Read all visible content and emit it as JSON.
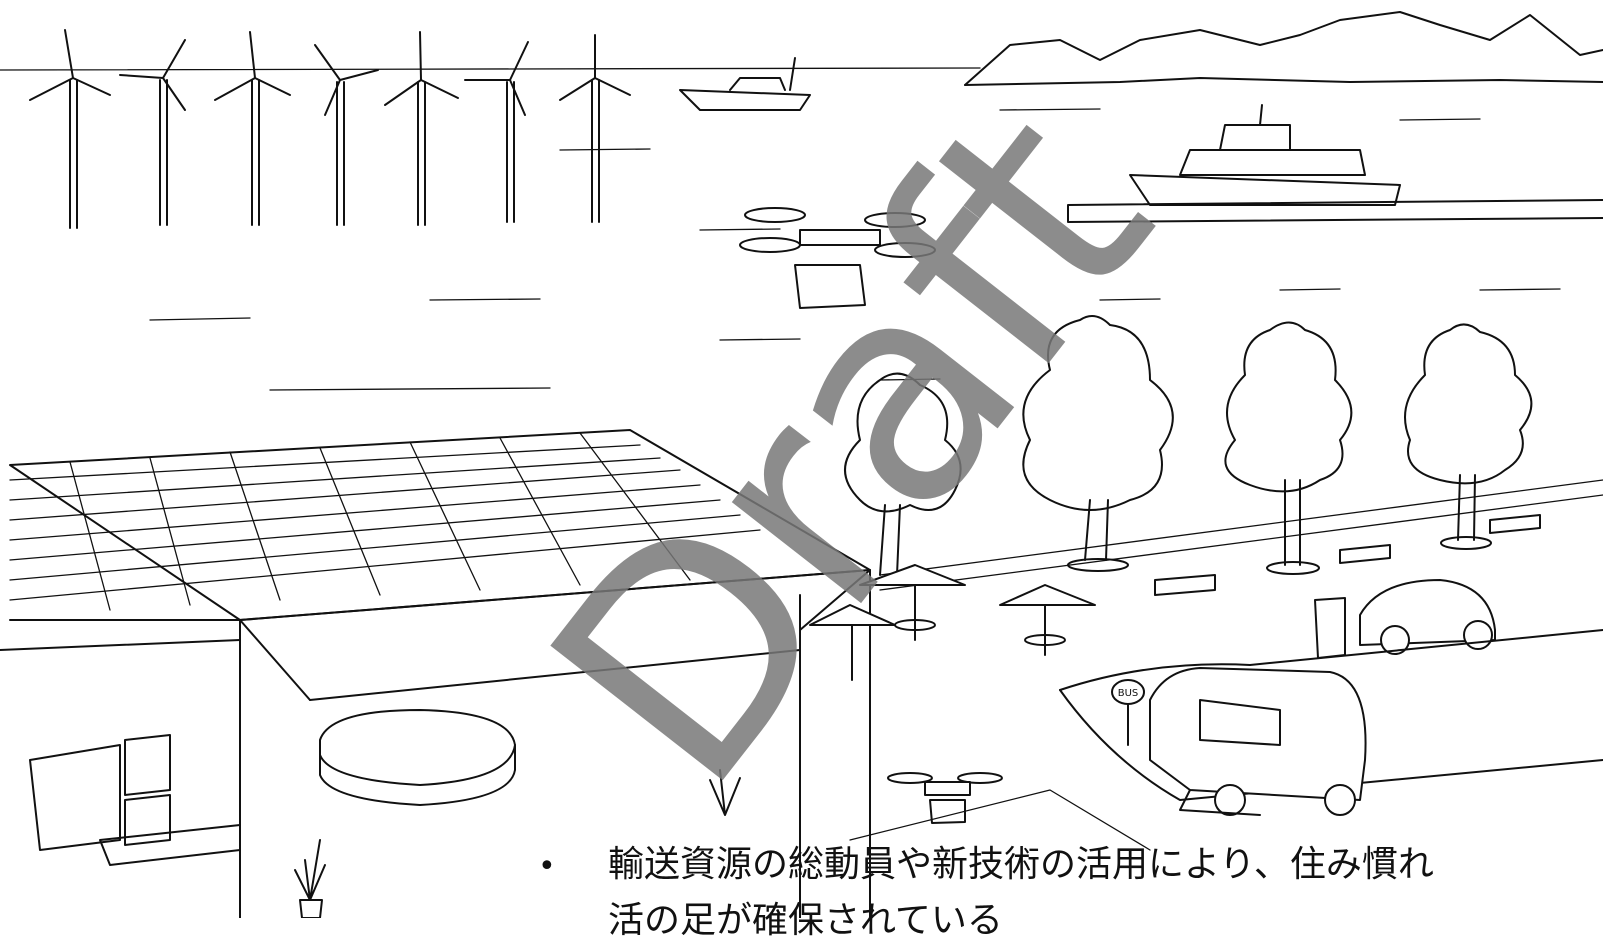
{
  "watermark": "Draft",
  "bus_sign": "BUS",
  "caption": {
    "bullet": "•",
    "line1": "輸送資源の総動員や新技術の活用により、住み慣れ",
    "line2": "活の足が確保されている"
  },
  "colors": {
    "ink": "#111111",
    "watermark": "#787878",
    "background": "#ffffff"
  }
}
